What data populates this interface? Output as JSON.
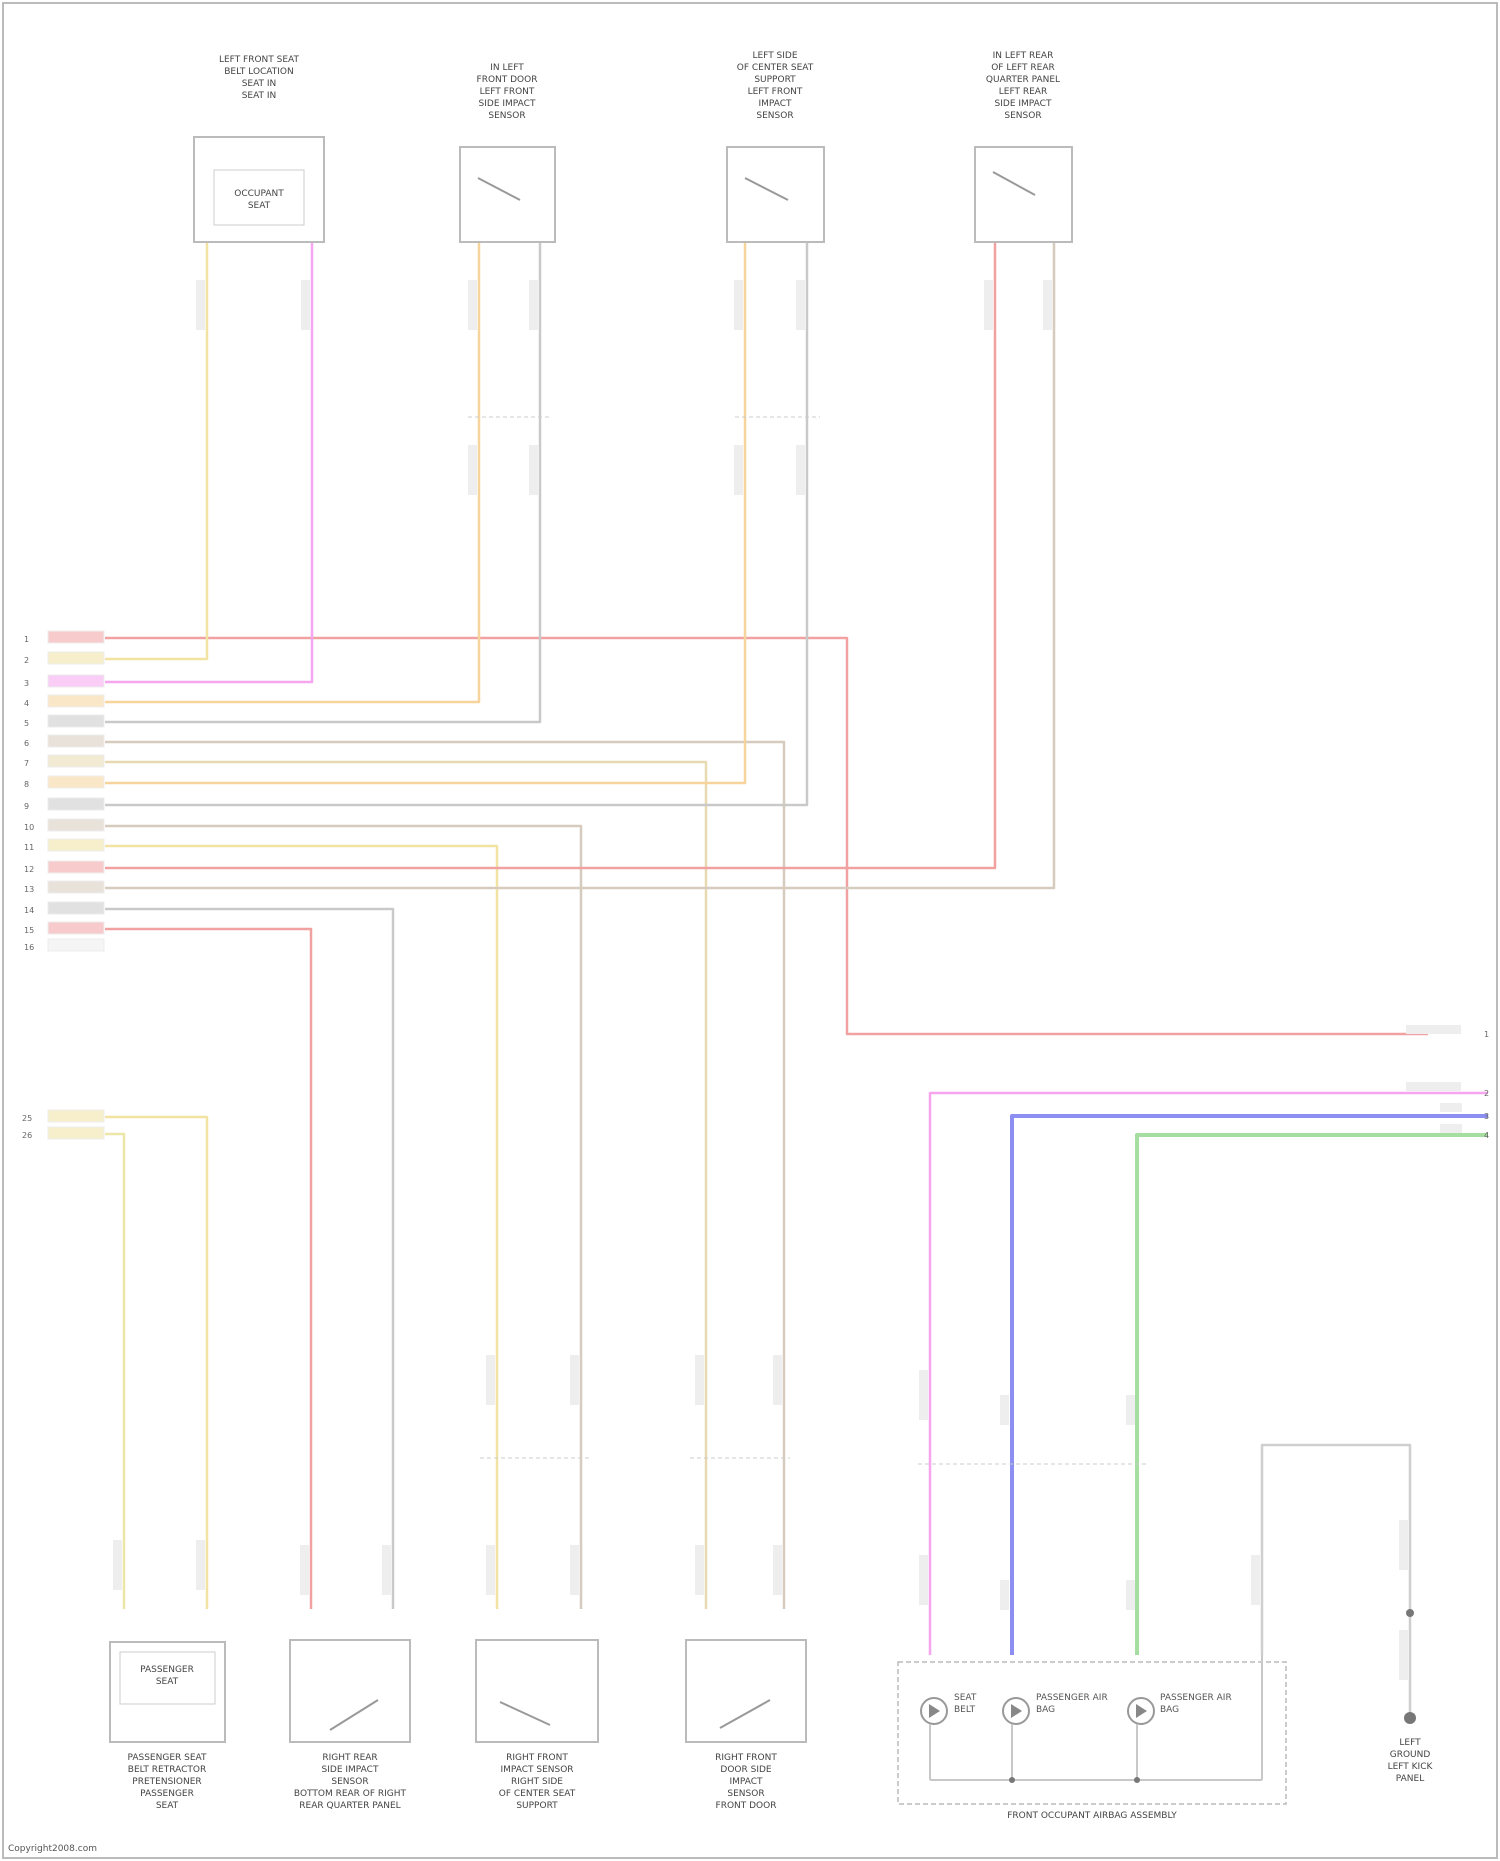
{
  "diagram": {
    "components": [
      {
        "name": "seat-occupant-sensor",
        "caption": [
          "LEFT FRONT SEAT",
          "BELT LOCATION",
          "SEAT IN",
          "SEAT IN"
        ],
        "inner": [
          "OCCUPANT",
          "SEAT"
        ]
      },
      {
        "name": "left-front-door-impact-sensor",
        "caption": [
          "IN LEFT",
          "FRONT DOOR",
          "LEFT FRONT",
          "SIDE IMPACT",
          "SENSOR"
        ]
      },
      {
        "name": "left-b-pillar-impact-sensor",
        "caption": [
          "LEFT SIDE",
          "OF CENTER SEAT",
          "SUPPORT",
          "LEFT FRONT",
          "IMPACT",
          "SENSOR"
        ]
      },
      {
        "name": "left-rear-impact-sensor",
        "caption": [
          "IN LEFT REAR",
          "OF LEFT REAR",
          "QUARTER PANEL",
          "LEFT REAR",
          "SIDE IMPACT",
          "SENSOR"
        ]
      },
      {
        "name": "passenger-belt-buckle-switch",
        "caption": [
          "PASSENGER SEAT",
          "BELT RETRACTOR",
          "PRETENSIONER",
          "PASSENGER",
          "SEAT"
        ],
        "inner": [
          "PASSENGER",
          "SEAT"
        ]
      },
      {
        "name": "right-rear-impact-sensor",
        "caption": [
          "RIGHT REAR",
          "SIDE IMPACT",
          "SENSOR",
          "BOTTOM REAR OF RIGHT",
          "REAR QUARTER PANEL"
        ]
      },
      {
        "name": "right-front-impact-sensor",
        "caption": [
          "RIGHT FRONT",
          "IMPACT SENSOR",
          "RIGHT SIDE",
          "OF CENTER SEAT",
          "SUPPORT"
        ]
      },
      {
        "name": "right-front-door-impact-sensor",
        "caption": [
          "RIGHT FRONT",
          "DOOR SIDE",
          "IMPACT",
          "SENSOR",
          "FRONT DOOR"
        ]
      },
      {
        "name": "airbag-indicator-assembly",
        "caption": [
          "FRONT OCCUPANT AIRBAG ASSEMBLY"
        ],
        "leds": [
          "SEAT BELT",
          "PASSENGER AIR BAG",
          "PASSENGER AIR BAG"
        ]
      },
      {
        "name": "ground-point",
        "caption": [
          "LEFT",
          "GROUND",
          "LEFT KICK",
          "PANEL"
        ]
      }
    ],
    "module_pins": [
      "1",
      "2",
      "3",
      "4",
      "5",
      "6",
      "7",
      "8",
      "9",
      "10",
      "11",
      "12",
      "13",
      "14",
      "15",
      "16"
    ],
    "lower_pins": [
      "25",
      "26"
    ],
    "right_pins": [
      "1",
      "2",
      "3",
      "4"
    ],
    "footer": "Copyright2008.com"
  }
}
